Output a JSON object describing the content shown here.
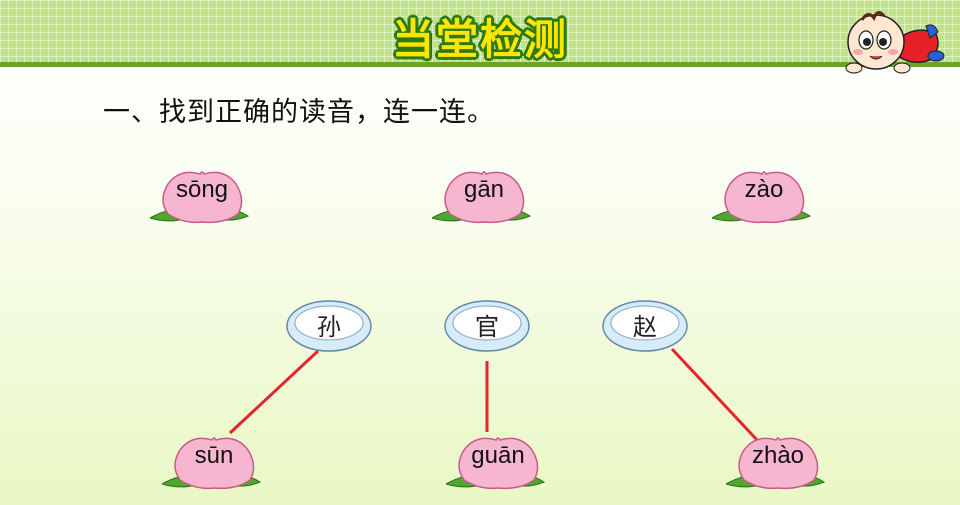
{
  "header": {
    "title": "当堂检测"
  },
  "question": {
    "text": "一、找到正确的读音，连一连。"
  },
  "top_peaches": [
    "sōng",
    "gān",
    "zào"
  ],
  "characters": [
    "孙",
    "官",
    "赵"
  ],
  "bottom_peaches": [
    "sūn",
    "guān",
    "zhào"
  ],
  "colors": {
    "line": "#e3262b",
    "title": "#ffe600",
    "header": "#bfe28a",
    "peach": "#f7b6cf",
    "leaf": "#4ea82e"
  },
  "icons": {
    "mascot": "cartoon-baby-mascot-icon"
  }
}
